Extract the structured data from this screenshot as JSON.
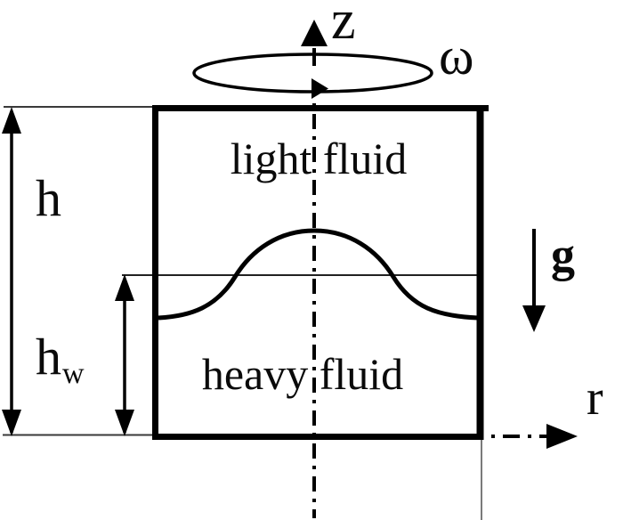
{
  "figure": {
    "type": "physics-schematic",
    "description_visible_text_only": true,
    "labels": {
      "z_axis": "z",
      "omega": "ω",
      "r_axis": "r",
      "gravity": "g",
      "total_height": "h",
      "lower_height_main": "h",
      "lower_height_sub": "w",
      "upper_region": "light fluid",
      "lower_region": "heavy fluid"
    },
    "colors": {
      "line": "#000000",
      "thin_dimension_line": "#3a3a3a",
      "interface_level_line": "#222222",
      "drop_line_gray": "#7a7a7a",
      "background": "#ffffff"
    }
  }
}
